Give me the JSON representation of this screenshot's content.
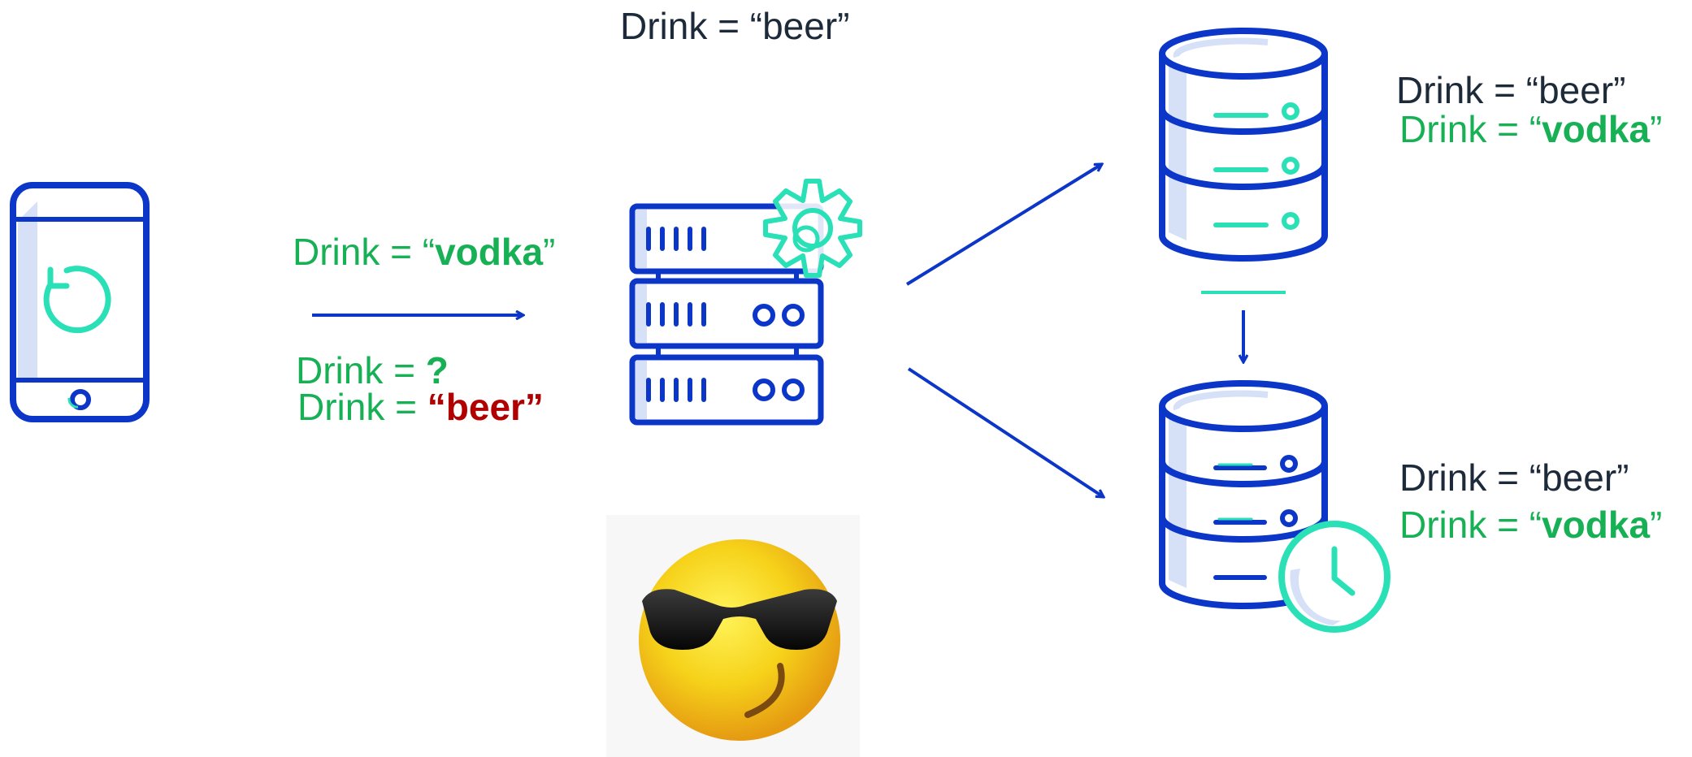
{
  "labels": {
    "top_center": {
      "prefix": "Drink = “beer”"
    },
    "request_vodka": {
      "prefix": "Drink = “",
      "value": "vodka",
      "suffix": "”"
    },
    "reply_question": {
      "prefix": "Drink = ",
      "value": "?"
    },
    "reply_beer": {
      "prefix": "Drink = ",
      "value": "“beer”"
    },
    "primary_db_old": {
      "prefix": "Drink = “beer”"
    },
    "primary_db_new": {
      "prefix": "Drink = “",
      "value": "vodka",
      "suffix": "”"
    },
    "replica_db_old": {
      "prefix": "Drink = “beer”"
    },
    "replica_db_new": {
      "prefix": "Drink = “",
      "value": "vodka",
      "suffix": "”"
    }
  },
  "icons": {
    "phone": "mobile-phone-refresh-icon",
    "server": "server-rack-gear-icon",
    "primary_db": "database-icon",
    "replica_db": "database-clock-icon",
    "emoji": "sunglasses-smiley-icon"
  },
  "colors": {
    "outline": "#0b36c8",
    "fill_light": "#d6e1f8",
    "accent": "#29e0b7",
    "text_dark": "#1d2a3a",
    "text_green": "#17b055",
    "text_red": "#b00000"
  }
}
